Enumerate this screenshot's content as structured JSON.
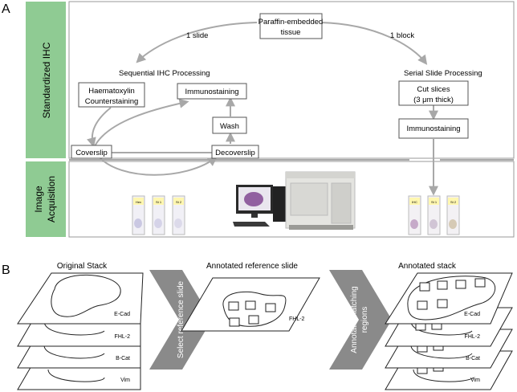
{
  "panel_a": {
    "letter": "A",
    "side_labels": {
      "standardized": "Standardized IHC",
      "image_acquisition_1": "Image",
      "image_acquisition_2": "Acquisition"
    },
    "paraffin": [
      "Paraffin-embedded",
      "tissue"
    ],
    "one_slide": "1 slide",
    "one_block": "1 block",
    "sequential_title": "Sequential IHC Processing",
    "serial_title": "Serial Slide Processing",
    "haematoxylin": [
      "Haematoxylin",
      "Counterstaining"
    ],
    "immunostaining_left": "Immunostaining",
    "wash": "Wash",
    "coverslip": "Coverslip",
    "decoverslip": "Decoverslip",
    "cut_slices": [
      "Cut slices",
      "(3 μm thick)"
    ],
    "immunostaining_right": "Immunostaining",
    "left_slides": [
      "Hex",
      "St 1",
      "St 2"
    ],
    "right_slides": [
      "IHC",
      "St 1",
      "St 2"
    ],
    "colors": {
      "green": "#8fcb93",
      "arrow": "#a8a8a8",
      "label": "#fff7b0"
    }
  },
  "panel_b": {
    "letter": "B",
    "original_title": "Original Stack",
    "annotated_ref_title": "Annotated reference slide",
    "annotated_stack_title": "Annotated stack",
    "select_ref": "Select reference slide",
    "annotate_match": [
      "Annotate matching",
      "regions"
    ],
    "stack_labels": [
      "E-Cad",
      "FHL-2",
      "B-Cat",
      "Vim"
    ],
    "ref_label": "FHL-2",
    "chevron_color": "#8a8a8a"
  }
}
